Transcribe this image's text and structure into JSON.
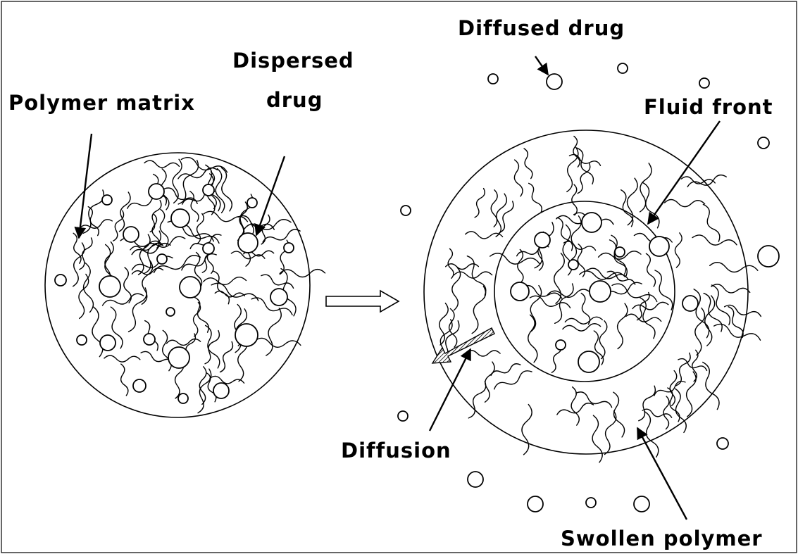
{
  "diagram": {
    "labels": {
      "polymer_matrix": "Polymer matrix",
      "dispersed_drug_line1": "Dispersed",
      "dispersed_drug_line2": "drug",
      "diffused_drug": "Diffused drug",
      "fluid_front": "Fluid front",
      "diffusion": "Diffusion",
      "swollen_polymer": "Swollen polymer"
    },
    "colors": {
      "ink": "#000000",
      "background": "#ffffff"
    }
  }
}
